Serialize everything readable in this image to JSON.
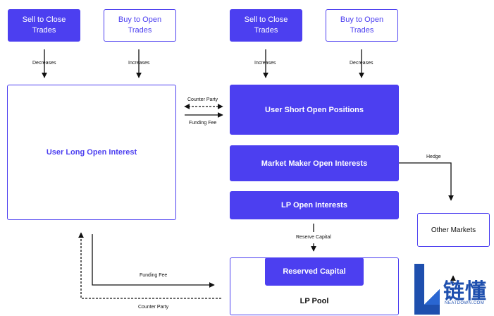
{
  "left_actions": {
    "sell_close": "Sell to Close\nTrades",
    "buy_open": "Buy to Open\nTrades",
    "sell_label": "Decreases",
    "buy_label": "Increases"
  },
  "right_actions": {
    "sell_close": "Sell to Close\nTrades",
    "buy_open": "Buy to Open\nTrades",
    "sell_label": "Increases",
    "buy_label": "Decreases"
  },
  "user_long": "User Long Open Interest",
  "user_short": "User Short Open Positions",
  "market_maker": "Market Maker Open Interests",
  "lp_open": "LP Open Interests",
  "reserved_capital": "Reserved Capital",
  "lp_pool": "LP Pool",
  "other_markets": "Other Markets",
  "edge_labels": {
    "counter_party_top": "Counter Party",
    "funding_fee_top": "Funding Fee",
    "hedge": "Hedge",
    "reserve_capital": "Reserve Capital",
    "funding_fee_bottom": "Funding Fee",
    "counter_party_bottom": "Counter Party"
  },
  "watermark": {
    "letter": "L",
    "chinese": "链懂",
    "site": "NEATDOWN.COM"
  },
  "colors": {
    "accent": "#4c3ff0",
    "logo_blue": "#1e4fae"
  }
}
